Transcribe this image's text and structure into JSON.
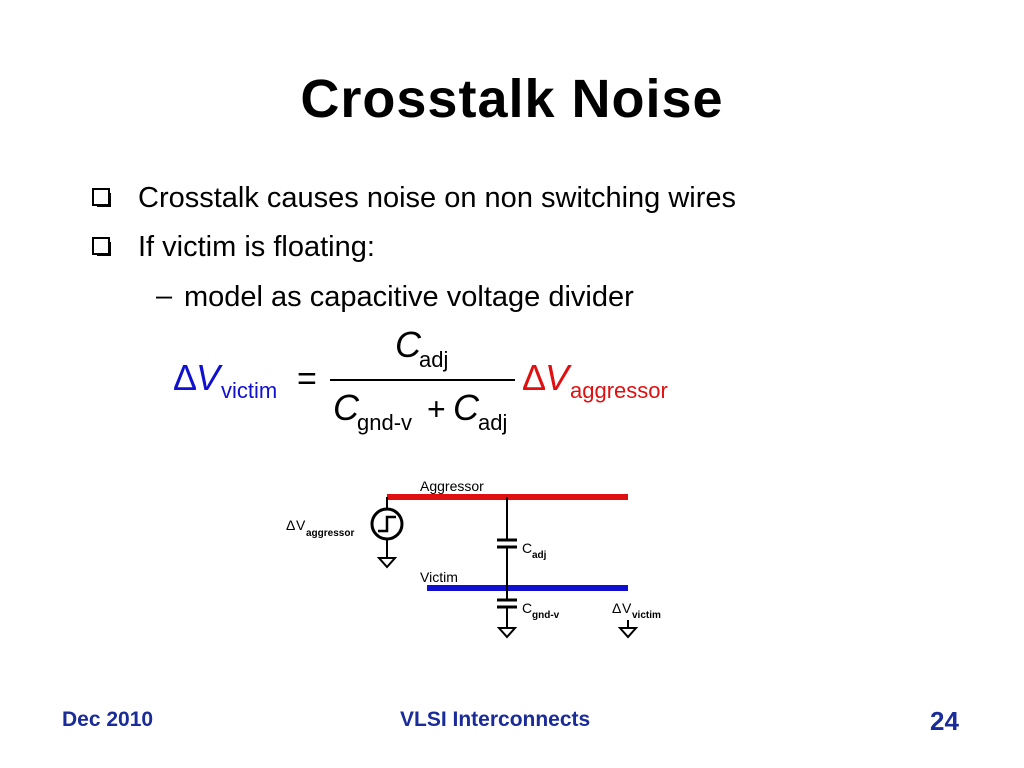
{
  "slide": {
    "title": "Crosstalk Noise",
    "bullets": [
      "Crosstalk causes noise on non switching wires",
      "If victim is floating:"
    ],
    "sub_bullet": "model as capacitive voltage divider",
    "sub_bullet_marker": "–"
  },
  "equation": {
    "delta": "Δ",
    "lhs_var": "V",
    "lhs_sub": "victim",
    "equals": "=",
    "num_var": "C",
    "num_sub": "adj",
    "den1_var": "C",
    "den1_sub": "gnd-v",
    "plus": "+",
    "den2_var": "C",
    "den2_sub": "adj",
    "rhs_var": "V",
    "rhs_sub": "aggressor",
    "lhs_color": "#1010d0",
    "rhs_color": "#e01010"
  },
  "circuit": {
    "aggressor_label": "Aggressor",
    "victim_label": "Victim",
    "cap_adj_main": "C",
    "cap_adj_sub": "adj",
    "cap_gnd_main": "C",
    "cap_gnd_sub": "gnd-v",
    "source_delta": "Δ",
    "source_main": "V",
    "source_sub": "aggressor",
    "victim_delta": "Δ",
    "victim_main": "V",
    "victim_sub": "victim",
    "aggressor_color": "#e01010",
    "victim_color": "#1010d0"
  },
  "footer": {
    "date": "Dec 2010",
    "course": "VLSI Interconnects",
    "page": "24",
    "color": "#1a2b9a"
  }
}
